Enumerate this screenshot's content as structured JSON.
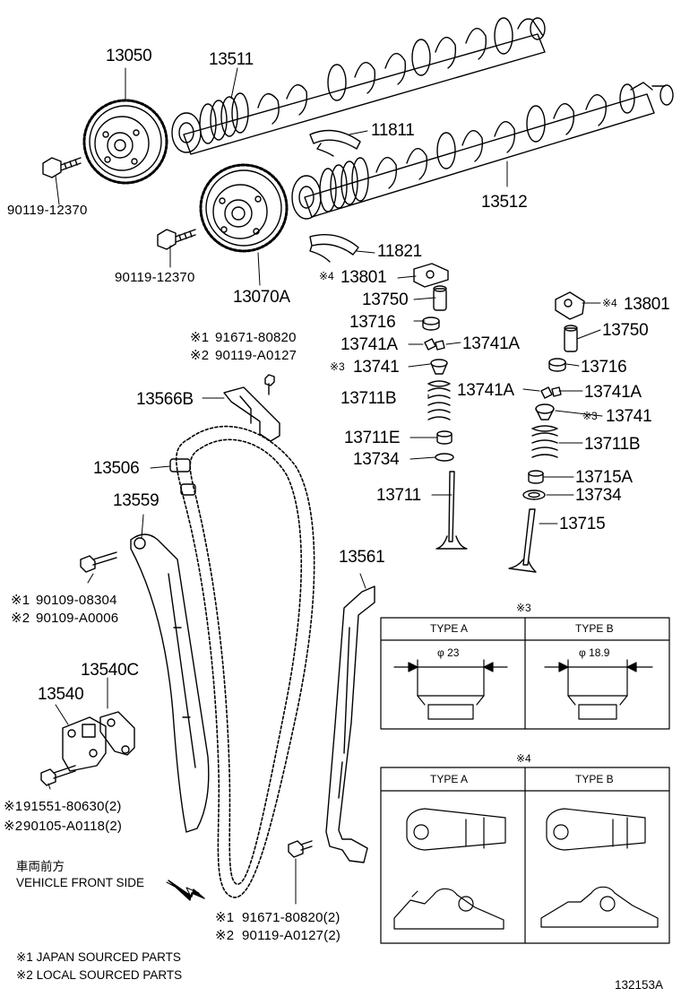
{
  "labels": {
    "p13050": "13050",
    "p13511": "13511",
    "p11811": "11811",
    "p13512": "13512",
    "p11821": "11821",
    "p13070A": "13070A",
    "bolt1": "90119-12370",
    "bolt2": "90119-12370",
    "p13801_left": "13801",
    "p13750_left": "13750",
    "p13716_left": "13716",
    "p13741A_l1": "13741A",
    "p13741A_l2": "13741A",
    "p13741_left": "13741",
    "p13711B_left": "13711B",
    "p13711E": "13711E",
    "p13734_left": "13734",
    "p13711": "13711",
    "p13801_right": "13801",
    "p13750_right": "13750",
    "p13716_right": "13716",
    "p13741A_r1": "13741A",
    "p13741A_r2": "13741A",
    "p13741_right": "13741",
    "p13711B_right": "13711B",
    "p13715A": "13715A",
    "p13734_right": "13734",
    "p13715": "13715",
    "p13566B": "13566B",
    "ref13566_1": "91671-80820",
    "ref13566_2": "90119-A0127",
    "p13506": "13506",
    "p13559": "13559",
    "ref13559_1": "90109-08304",
    "ref13559_2": "90109-A0006",
    "p13561": "13561",
    "p13540C": "13540C",
    "p13540": "13540",
    "ref13540_1": "91551-80630(2)",
    "ref13540_2": "90105-A0118(2)",
    "ref_bottom_1": "91671-80820(2)",
    "ref_bottom_2": "90119-A0127(2)",
    "mark1": "※1",
    "mark2": "※2",
    "mark3": "※3",
    "mark4": "※4",
    "front_jp": "車両前方",
    "front_en": "VEHICLE FRONT SIDE",
    "note1": "※1 JAPAN SOURCED PARTS",
    "note2": "※2 LOCAL SOURCED PARTS",
    "diagram_id": "132153A"
  },
  "box3": {
    "title": "※3",
    "type_a": "TYPE A",
    "type_b": "TYPE B",
    "dim_a": "φ 23",
    "dim_b": "φ 18.9"
  },
  "box4": {
    "title": "※4",
    "type_a": "TYPE A",
    "type_b": "TYPE B"
  }
}
